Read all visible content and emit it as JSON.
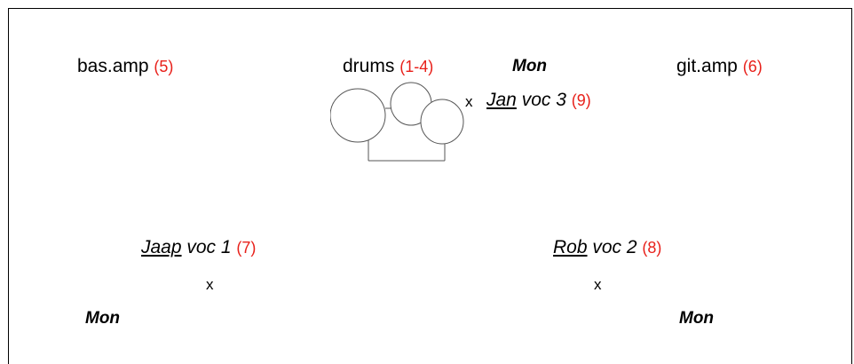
{
  "stage": {
    "bass_amp": {
      "label": "bas.amp",
      "channel": "(5)"
    },
    "drums": {
      "label": "drums",
      "channel": "(1-4)"
    },
    "guitar_amp": {
      "label": "git.amp",
      "channel": "(6)"
    },
    "monitor_top": "Mon",
    "vocal_3": {
      "name": "Jan",
      "part": " voc 3",
      "channel": "(9)",
      "marker": "x"
    },
    "vocal_1": {
      "name": "Jaap",
      "part": " voc 1",
      "channel": "(7)",
      "marker": "x"
    },
    "vocal_2": {
      "name": "Rob",
      "part": " voc 2",
      "channel": "(8)",
      "marker": "x"
    },
    "monitor_left": "Mon",
    "monitor_right": "Mon"
  },
  "colors": {
    "channel_number": "#e8201a",
    "lines": "#555555"
  },
  "icons": {
    "drum_kit": "drum-kit-icon"
  }
}
